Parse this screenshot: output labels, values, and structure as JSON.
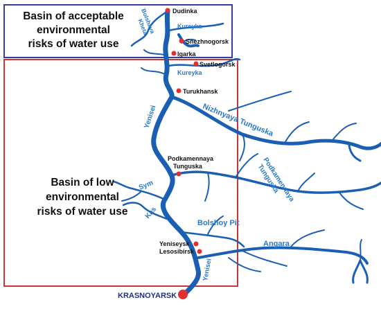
{
  "zones": {
    "acceptable": {
      "lines": [
        "Basin of acceptable",
        "environmental",
        "risks of water use"
      ],
      "border_color": "#3a3aa0"
    },
    "low": {
      "lines": [
        "Basin of low",
        "environmental",
        "risks of water use"
      ],
      "border_color": "#cc3333"
    }
  },
  "cities": [
    {
      "key": "dudinka",
      "name": "Dudinka"
    },
    {
      "key": "snezhnogorsk",
      "name": "Snezhnogorsk"
    },
    {
      "key": "igarka",
      "name": "Igarka"
    },
    {
      "key": "svetlogorsk",
      "name": "Svetlogorsk"
    },
    {
      "key": "turukhansk",
      "name": "Turukhansk"
    },
    {
      "key": "podkamennaya",
      "name": "Podkamennaya Tunguska"
    },
    {
      "key": "yeniseysk",
      "name": "Yeniseysk"
    },
    {
      "key": "lesosibirsk",
      "name": "Lesosibirsk"
    },
    {
      "key": "krasnoyarsk",
      "name": "KRASNOYARSK"
    }
  ],
  "rivers": [
    {
      "key": "bolshaya-kheta",
      "name": "Bolshaya Kheta"
    },
    {
      "key": "kureyka-1",
      "name": "Kureyka"
    },
    {
      "key": "kureyka-2",
      "name": "Kureyka"
    },
    {
      "key": "yenisei-1",
      "name": "Yenisei"
    },
    {
      "key": "nizhnyaya",
      "name": "Nizhnyaya Tunguska"
    },
    {
      "key": "podkamennaya-river",
      "name": "Podkamennaya Tunguska"
    },
    {
      "key": "sym",
      "name": "Sym"
    },
    {
      "key": "kas",
      "name": "Kas"
    },
    {
      "key": "bolshoy-pit",
      "name": "Bolshoy Pit"
    },
    {
      "key": "angara",
      "name": "Angara"
    },
    {
      "key": "yenisei-2",
      "name": "Yenisei"
    }
  ],
  "colors": {
    "river": "#1a5fb4",
    "river_label": "#2a79c9",
    "city": "#e03030",
    "capital_label": "#1c2f8a"
  },
  "icons": {
    "flow_arrow": "dotted-up-arrow-icon"
  }
}
